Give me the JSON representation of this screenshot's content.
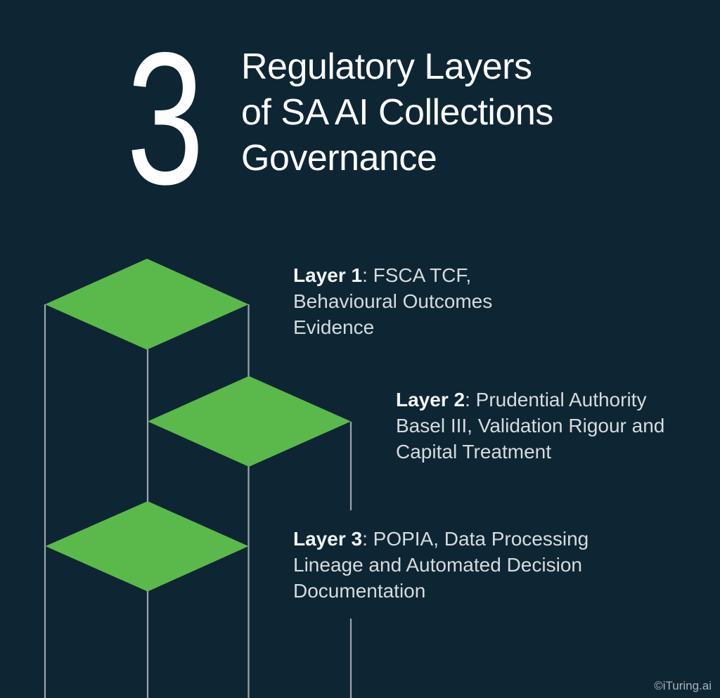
{
  "header": {
    "big_number": "3",
    "title_lines": [
      "Regulatory Layers",
      "of SA AI Collections",
      "Governance"
    ]
  },
  "layers": [
    {
      "label": "Layer 1",
      "separator": ": ",
      "line1": "FSCA TCF,",
      "line2": "Behavioural Outcomes",
      "line3": "Evidence"
    },
    {
      "label": "Layer 2",
      "separator": ": ",
      "line1": "Prudential Authority",
      "line2": "Basel III, Validation Rigour and",
      "line3": "Capital Treatment"
    },
    {
      "label": "Layer 3",
      "separator": ": ",
      "line1": "POPIA, Data Processing",
      "line2": "Lineage and Automated Decision",
      "line3": "Documentation"
    }
  ],
  "footer": {
    "credit": "©iTuring.ai"
  },
  "colors": {
    "background": "#0e2534",
    "accent_green": "#5bb94b",
    "line_gray": "#9aa6ad",
    "title_white": "#ffffff",
    "body_text": "#d5dbde",
    "label_text": "#f2f5f6",
    "credit_text": "#a9b4ba"
  }
}
